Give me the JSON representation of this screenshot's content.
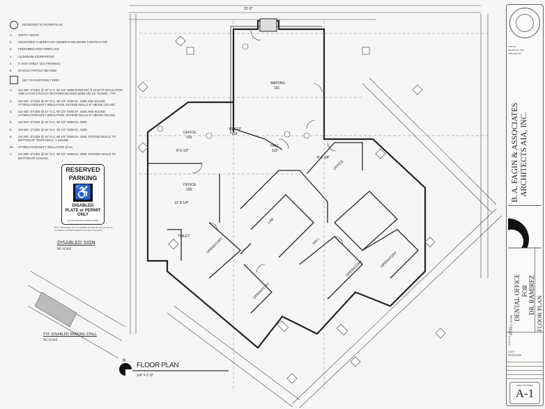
{
  "general_notes": {
    "header": "KEYNOTES TO FLOOR PLAN",
    "items": [
      {
        "num": "1.",
        "text": "SOFFIT ABOVE"
      },
      {
        "num": "2.",
        "text": "COUNTERS/ CABINETS BY OWNER'S MILLWORK CONTRACTOR"
      },
      {
        "num": "3.",
        "text": "PREFABRICATED FIREPLACE"
      },
      {
        "num": "4.",
        "text": "ALUMINUM STOREFRONT"
      },
      {
        "num": "5.",
        "text": "5' HIGH SHELF (2x4 FRAMING)"
      },
      {
        "num": "6.",
        "text": "STUCCO POPOUT BEYOND"
      }
    ]
  },
  "partition_notes": {
    "header": "KEY TO PARTITION TYPES",
    "items": [
      {
        "num": "1.",
        "text": "2x4 WD. STUDS @ 16\" O.C. W/ 1/2\" GWB INTERIOR, R-19 BATT INSULATION AND 3 COAT STUCCO ON PAPER BACKED WIRE ON 1/2\" PLYWD., TYP."
      },
      {
        "num": "2.",
        "text": "2x4 WD. STUDS @ 24\" O.C. W/ 1/2\" GWB EA. SIDE AND SOUND ATTENUATION BATT INSULATION. EXTEND WALLS 6\" ABOVE CEILING."
      },
      {
        "num": "3.",
        "text": "2x4 WD. STUDS @ 24\" O.C. W/ 1/2\" GWB EA. SIDE AND SOUND ATTENUATION BATT INSULATION. EXTEND WALLS 6\" ABOVE CEILING."
      },
      {
        "num": "4.",
        "text": "2x4 WD. STUDS @ 16\" O.C. W/ 1/2\" GWB EA. SIDE."
      },
      {
        "num": "5.",
        "text": "2x4 WD. STUDS @ 24\" O.C. W/ 1/2\" GWB EA. SIDE."
      },
      {
        "num": "6.",
        "text": "2x4 WD. STUDS @ 16\" O.C. W/ 1/2\" GWB EA. SIDE. EXTEND WALLS TO BOTTOM OF ROOF DECK, 1 SOUND"
      },
      {
        "num": "6A.",
        "text": "ATTENUATION BATT INSULATION @ 6A."
      },
      {
        "num": "7.",
        "text": "2x4 WD. STUDS @ 24\" O.C. W/ 1/2\" GWB EA. SIDE. EXTEND WALLS TO BOTTOM OF CEILING."
      }
    ]
  },
  "parking_sign": {
    "line1": "RESERVED",
    "line2": "PARKING",
    "line3": "DISABLED",
    "line4": "PLATE or PERMIT",
    "line5": "ONLY",
    "fine_print": "DO NOT BLOCK ACCESS AISLE",
    "note": "Note: These signs are not available through the City but can be purchased at private hardware and sign companies.",
    "detail_title": "DISABLED SIGN",
    "detail_scale": "NO SCALE",
    "stall_title": "TYP. DISABLED PARKING STALL",
    "stall_scale": "NO SCALE"
  },
  "floor_plan": {
    "title": "FLOOR PLAN",
    "scale": "1/4\" = 1'-0\"",
    "north_label": "N",
    "rooms": [
      {
        "name": "WAITING",
        "number": "101"
      },
      {
        "name": "HALL",
        "number": "102"
      },
      {
        "name": "OFFICE",
        "number": "103"
      },
      {
        "name": "RECEP",
        "number": "104"
      },
      {
        "name": "OFFICE",
        "number": "106"
      },
      {
        "name": "TOILET",
        "number": ""
      },
      {
        "name": "LAB",
        "number": ""
      },
      {
        "name": "OFFICE",
        "number": ""
      },
      {
        "name": "HALL",
        "number": ""
      },
      {
        "name": "OPERATORY",
        "number": ""
      },
      {
        "name": "OPERATORY",
        "number": ""
      },
      {
        "name": "OPERATORY",
        "number": ""
      },
      {
        "name": "OPERATORY",
        "number": ""
      }
    ],
    "dimensions": [
      "22'-0\"",
      "8'-0 1/2\"",
      "12'-8 1/4\"",
      "8'-5 3/4\""
    ]
  },
  "title_block": {
    "firm_line1": "B. A. FAGIN & ASSOCIATES",
    "firm_line2": "ARCHITECTS AIA, INC.",
    "project_label": "PROJECT NAME",
    "project_line1": "DENTAL OFFICE",
    "project_line2": "FOR",
    "project_line3": "DR. RAMIREZ",
    "sheet_title_label": "TITLE OF SHEET",
    "sheet_title": "FLOOR PLAN",
    "date_label": "DATE",
    "revisions_label": "REVISIONS",
    "sheet_number_label": "SHEET NUMBER",
    "sheet_number": "A-1",
    "job_no_label": "JOB NO.",
    "drawn_by_label": "DRAWN BY",
    "drawn_by": "JDR",
    "checked_by_label": "CHECKED BY"
  },
  "colors": {
    "ink": "#222222",
    "paper": "#f6f6f4"
  }
}
